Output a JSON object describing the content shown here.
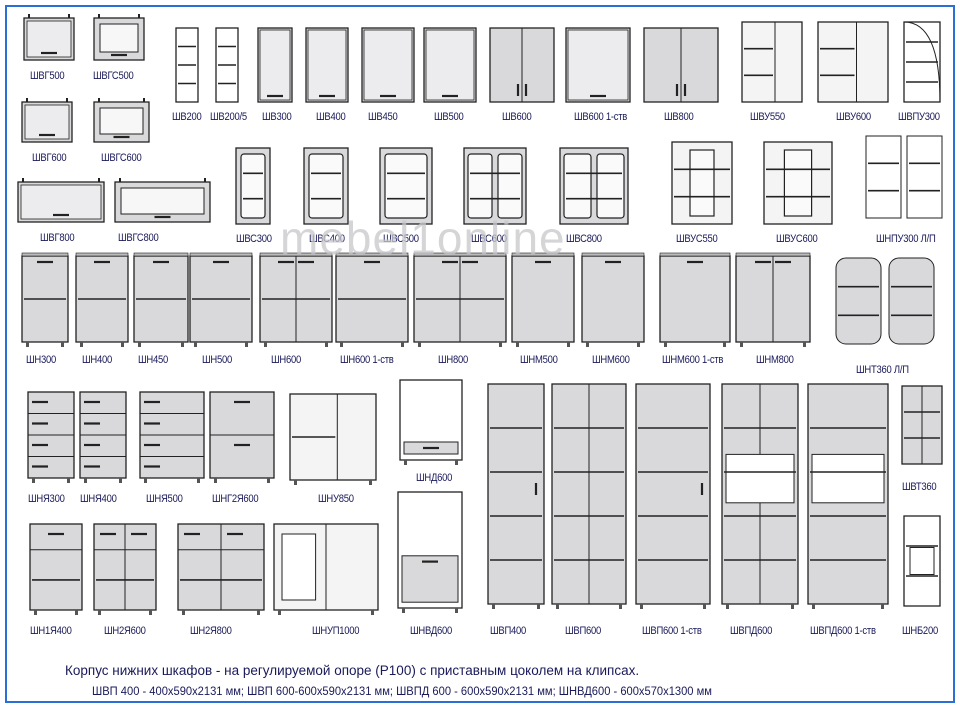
{
  "watermark": "mebel1online",
  "caption": "Корпус нижних шкафов - на регулируемой опоре (Р100) с приставным цоколем на клипсах.",
  "dimensions_note": "ШВП 400 - 400х590х2131 мм; ШВП 600-600х590х2131 мм; ШВПД 600 - 600х590х2131 мм; ШНВД600 - 600х570х1300 мм",
  "cabinets": [
    {
      "label": "ШВГ500",
      "kind": "hgl"
    },
    {
      "label": "ШВГС500",
      "kind": "hgls"
    },
    {
      "label": "ШВГ600",
      "kind": "hgl"
    },
    {
      "label": "ШВГС600",
      "kind": "hgls"
    },
    {
      "label": "ШВГ800",
      "kind": "hgl"
    },
    {
      "label": "ШВГС800",
      "kind": "hgls"
    },
    {
      "label": "ШВ200",
      "kind": "open"
    },
    {
      "label": "ШВ200/5",
      "kind": "open"
    },
    {
      "label": "ШВ300",
      "kind": "wall1"
    },
    {
      "label": "ШВ400",
      "kind": "wall1"
    },
    {
      "label": "ШВ450",
      "kind": "wall1"
    },
    {
      "label": "ШВ500",
      "kind": "wall1"
    },
    {
      "label": "ШВ600",
      "kind": "wall2"
    },
    {
      "label": "ШВ600 1-ств",
      "kind": "wall1"
    },
    {
      "label": "ШВ800",
      "kind": "wall2"
    },
    {
      "label": "ШВУ550",
      "kind": "corner"
    },
    {
      "label": "ШВУ600",
      "kind": "corner"
    },
    {
      "label": "ШВПУ300",
      "kind": "end"
    },
    {
      "label": "ШВС300",
      "kind": "glass1"
    },
    {
      "label": "ШВС400",
      "kind": "glass1"
    },
    {
      "label": "ШВС500",
      "kind": "glass1"
    },
    {
      "label": "ШВС600",
      "kind": "glass2"
    },
    {
      "label": "ШВС800",
      "kind": "glass2"
    },
    {
      "label": "ШВУС550",
      "kind": "cornerg"
    },
    {
      "label": "ШВУС600",
      "kind": "cornerg"
    },
    {
      "label": "ШНПУ300 Л/П",
      "kind": "endpair"
    },
    {
      "label": "ШН300",
      "kind": "base1"
    },
    {
      "label": "ШН400",
      "kind": "base1"
    },
    {
      "label": "ШН450",
      "kind": "base1"
    },
    {
      "label": "ШН500",
      "kind": "base1"
    },
    {
      "label": "ШН600",
      "kind": "base2"
    },
    {
      "label": "ШН600 1-ств",
      "kind": "base1"
    },
    {
      "label": "ШН800",
      "kind": "base2"
    },
    {
      "label": "ШНМ500",
      "kind": "sink1"
    },
    {
      "label": "ШНМ600",
      "kind": "sink1"
    },
    {
      "label": "ШНМ600 1-ств",
      "kind": "sink1"
    },
    {
      "label": "ШНМ800",
      "kind": "sink2"
    },
    {
      "label": "ШНТ360 Л/П",
      "kind": "roundpair"
    },
    {
      "label": "ШНЯ300",
      "kind": "drawers"
    },
    {
      "label": "ШНЯ400",
      "kind": "drawers"
    },
    {
      "label": "ШНЯ500",
      "kind": "drawers"
    },
    {
      "label": "ШНГ2Я600",
      "kind": "drawers2"
    },
    {
      "label": "ШНУ850",
      "kind": "basecorner"
    },
    {
      "label": "ШНД600",
      "kind": "oven"
    },
    {
      "label": "ШВТ360",
      "kind": "bottle"
    },
    {
      "label": "ШН1Я400",
      "kind": "base1d"
    },
    {
      "label": "ШН2Я600",
      "kind": "base2d"
    },
    {
      "label": "ШН2Я800",
      "kind": "base2d"
    },
    {
      "label": "ШНУП1000",
      "kind": "cornerbig"
    },
    {
      "label": "ШНВД600",
      "kind": "ovenbox"
    },
    {
      "label": "ШВП400",
      "kind": "tall1"
    },
    {
      "label": "ШВП600",
      "kind": "tall2"
    },
    {
      "label": "ШВП600 1-ств",
      "kind": "tall1"
    },
    {
      "label": "ШВПД600",
      "kind": "tallopen"
    },
    {
      "label": "ШВПД600 1-ств",
      "kind": "tallopen1"
    },
    {
      "label": "ШНБ200",
      "kind": "narrow"
    }
  ]
}
